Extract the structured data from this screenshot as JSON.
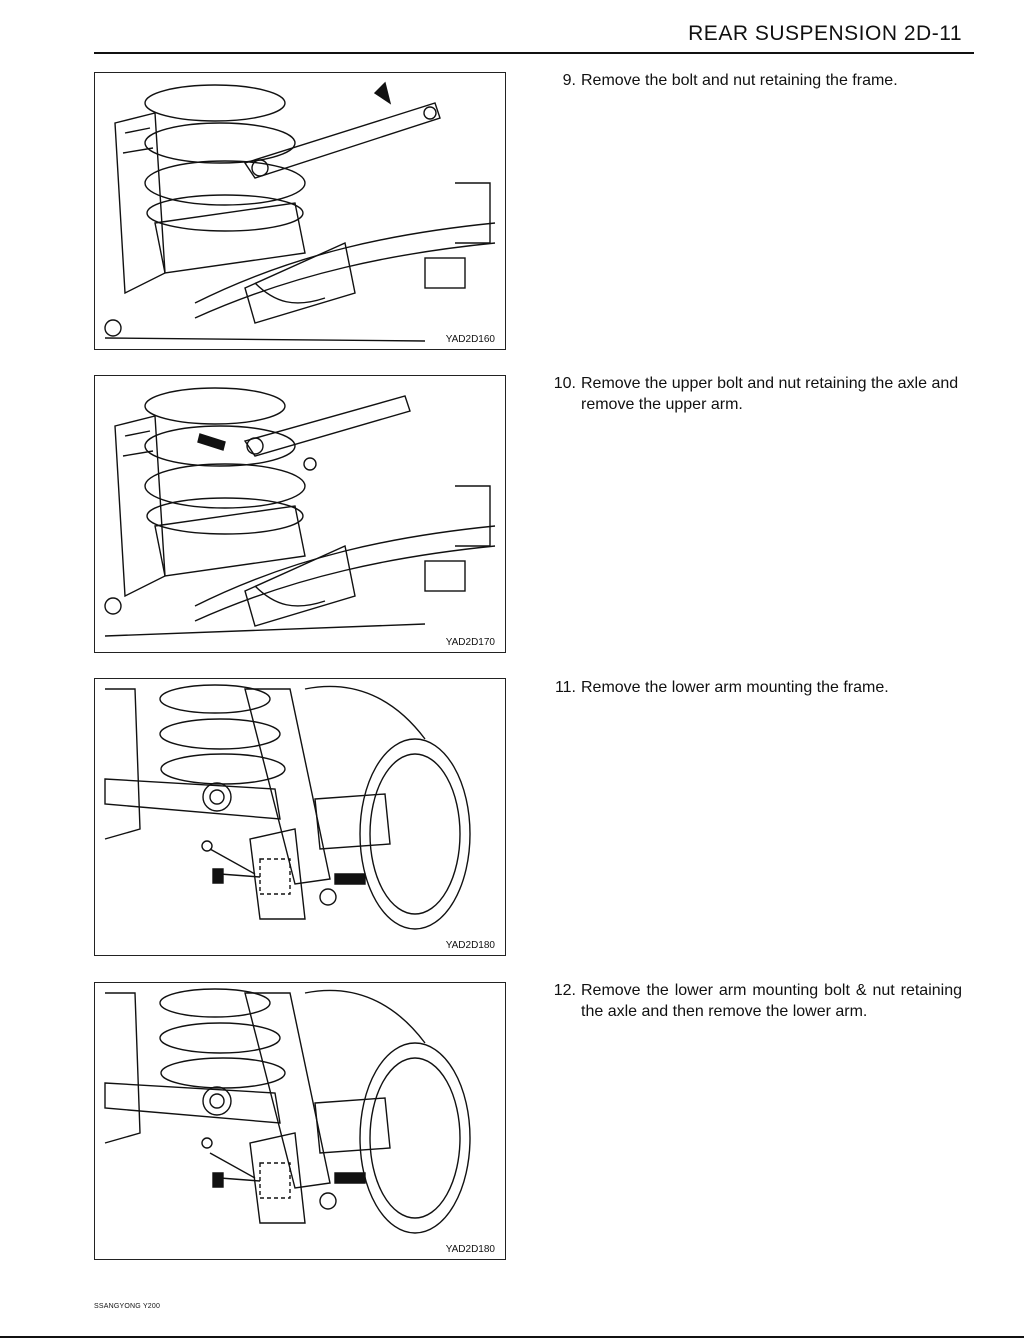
{
  "header": {
    "title": "REAR SUSPENSION  2D-11"
  },
  "figures": [
    {
      "code": "YAD2D160"
    },
    {
      "code": "YAD2D170"
    },
    {
      "code": "YAD2D180"
    },
    {
      "code": "YAD2D180"
    }
  ],
  "steps": [
    {
      "num": "9.",
      "text": "Remove the bolt and nut retaining the frame."
    },
    {
      "num": "10.",
      "text": "Remove the upper bolt and nut retaining the axle and remove the upper arm."
    },
    {
      "num": "11.",
      "text": "Remove the lower arm mounting the frame."
    },
    {
      "num": "12.",
      "text": "Remove the lower arm mounting bolt & nut retaining the axle and then remove the lower arm."
    }
  ],
  "footer": {
    "text": "SSANGYONG  Y200"
  }
}
